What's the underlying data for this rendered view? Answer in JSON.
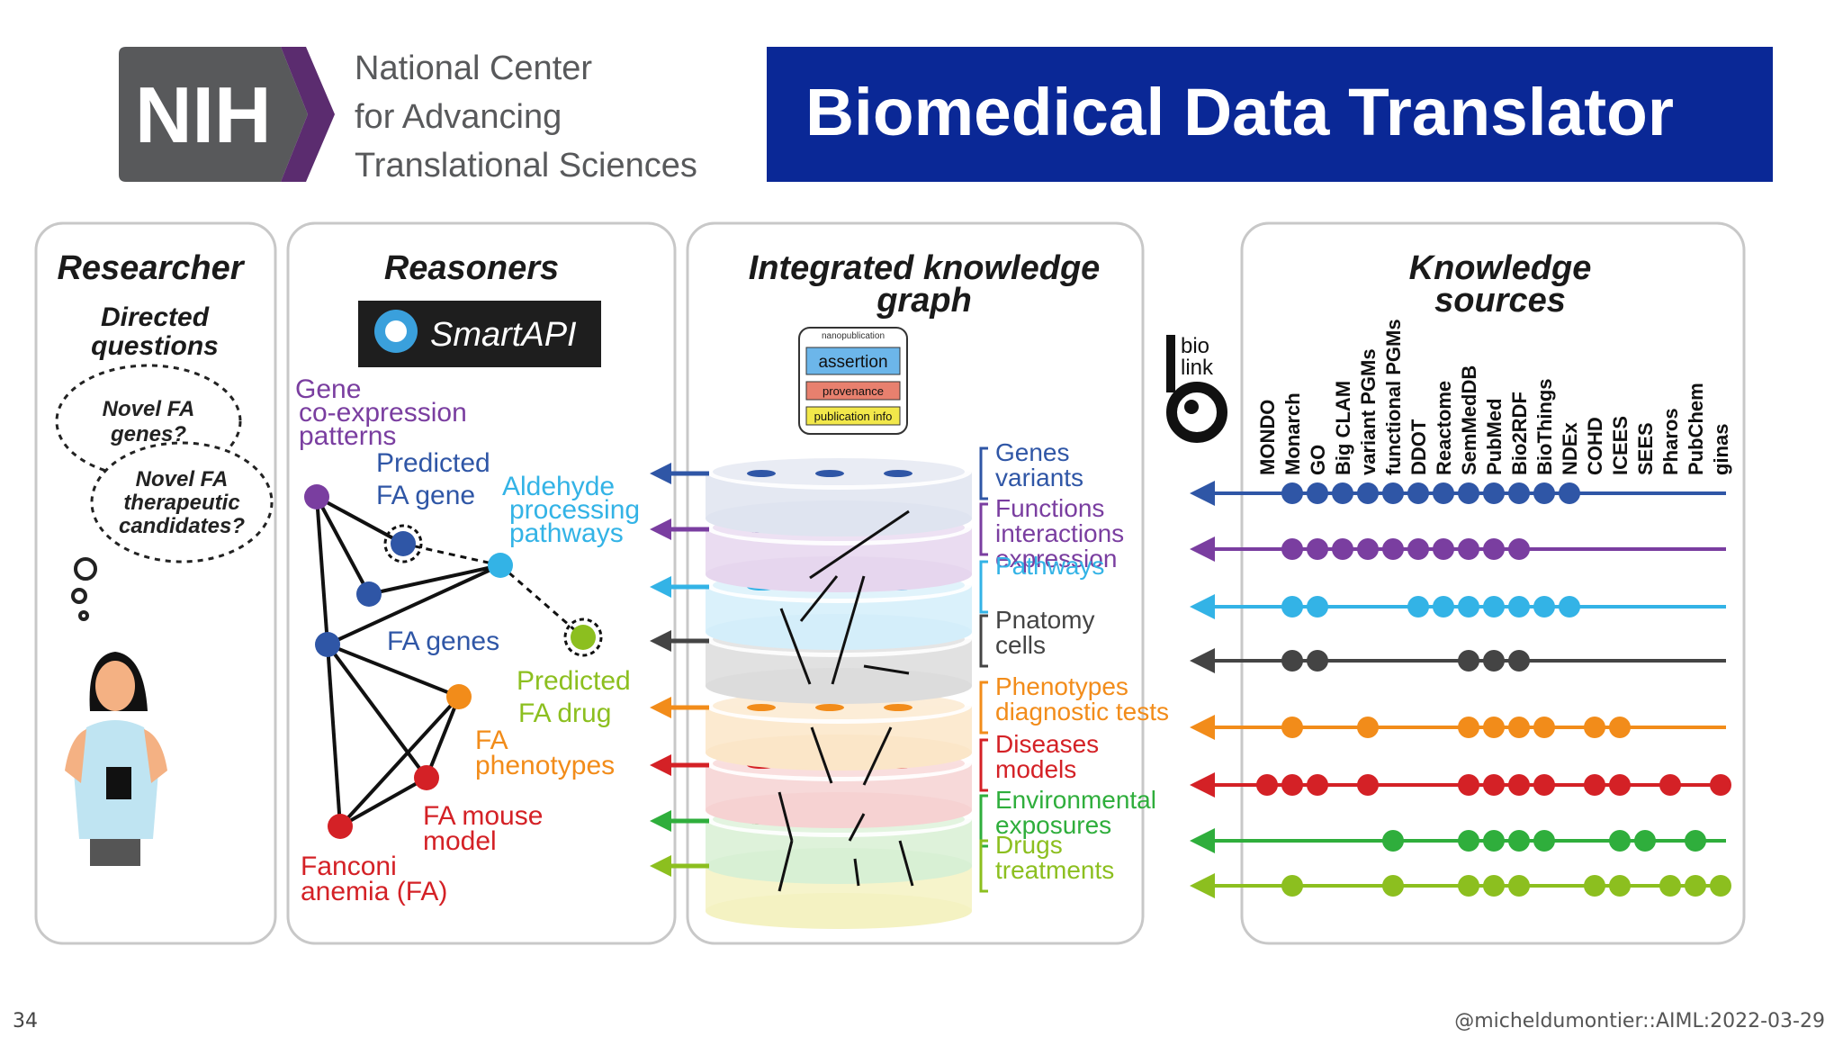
{
  "header": {
    "nih": "NIH",
    "center_lines": [
      "National Center",
      "for Advancing",
      "Translational Sciences"
    ],
    "banner_title": "Biomedical Data Translator"
  },
  "researcher": {
    "title": "Researcher",
    "subtitle": [
      "Directed",
      "questions"
    ],
    "bubble1": [
      "Novel FA",
      "genes?"
    ],
    "bubble2": [
      "Novel FA",
      "therapeutic",
      "candidates?"
    ]
  },
  "reasoners": {
    "title": "Reasoners",
    "smartapi": "SmartAPI",
    "labels": {
      "gene_coexpression": [
        "Gene",
        "co-expression",
        "patterns"
      ],
      "predicted_gene": [
        "Predicted",
        "FA gene"
      ],
      "aldehyde": [
        "Aldehyde",
        "processing",
        "pathways"
      ],
      "fa_genes": "FA genes",
      "predicted_drug": [
        "Predicted",
        "FA drug"
      ],
      "fa_phenotypes": [
        "FA",
        "phenotypes"
      ],
      "fa_mouse": [
        "FA mouse",
        "model"
      ],
      "fanconi": [
        "Fanconi",
        "anemia (FA)"
      ]
    }
  },
  "kg": {
    "title": [
      "Integrated knowledge",
      "graph"
    ],
    "nanopub": {
      "header": "nanopublication",
      "assertion": "assertion",
      "provenance": "provenance",
      "publication": "publication info"
    },
    "layers": [
      {
        "label": [
          "Genes",
          "variants"
        ],
        "color": "#2f56a6"
      },
      {
        "label": [
          "Functions",
          "interactions",
          "expression"
        ],
        "color": "#7a3ea0"
      },
      {
        "label": [
          "Pathways"
        ],
        "color": "#33b3e6"
      },
      {
        "label": [
          "Pnatomy",
          "cells"
        ],
        "color": "#444444"
      },
      {
        "label": [
          "Phenotypes",
          "diagnostic tests"
        ],
        "color": "#f28c1a"
      },
      {
        "label": [
          "Diseases",
          "models"
        ],
        "color": "#d42126"
      },
      {
        "label": [
          "Environmental",
          "exposures"
        ],
        "color": "#2fae3c"
      },
      {
        "label": [
          "Drugs",
          "treatments"
        ],
        "color": "#8cbf1f"
      }
    ]
  },
  "biolink": [
    "bio",
    "link"
  ],
  "sources": {
    "title": [
      "Knowledge",
      "sources"
    ],
    "names": [
      "MONDO",
      "Monarch",
      "GO",
      "Big CLAM",
      "variant PGMs",
      "functional PGMs",
      "DDOT",
      "Reactome",
      "SemMedDB",
      "PubMed",
      "Bio2RDF",
      "BioThings",
      "NDEx",
      "COHD",
      "ICEES",
      "SEES",
      "Pharos",
      "PubChem",
      "ginas"
    ],
    "matrix": [
      [
        0,
        1,
        1,
        1,
        1,
        1,
        1,
        1,
        1,
        1,
        1,
        1,
        1,
        0,
        0,
        0,
        0,
        0,
        0
      ],
      [
        0,
        1,
        1,
        1,
        1,
        1,
        1,
        1,
        1,
        1,
        1,
        0,
        0,
        0,
        0,
        0,
        0,
        0,
        0
      ],
      [
        0,
        1,
        1,
        0,
        0,
        0,
        1,
        1,
        1,
        1,
        1,
        1,
        1,
        0,
        0,
        0,
        0,
        0,
        0
      ],
      [
        0,
        1,
        1,
        0,
        0,
        0,
        0,
        0,
        1,
        1,
        1,
        0,
        0,
        0,
        0,
        0,
        0,
        0,
        0
      ],
      [
        0,
        1,
        0,
        0,
        1,
        0,
        0,
        0,
        1,
        1,
        1,
        1,
        0,
        1,
        1,
        0,
        0,
        0,
        0
      ],
      [
        1,
        1,
        1,
        0,
        1,
        0,
        0,
        0,
        1,
        1,
        1,
        1,
        0,
        1,
        1,
        0,
        1,
        0,
        1
      ],
      [
        0,
        0,
        0,
        0,
        0,
        1,
        0,
        0,
        1,
        1,
        1,
        1,
        0,
        0,
        1,
        1,
        0,
        1,
        0
      ],
      [
        0,
        1,
        0,
        0,
        0,
        1,
        0,
        0,
        1,
        1,
        1,
        0,
        0,
        1,
        1,
        0,
        1,
        1,
        1
      ]
    ]
  },
  "footer": {
    "page": "34",
    "credit": "@micheldumontier::AIML:2022-03-29"
  },
  "colors": {
    "banner": "#0a2896",
    "nih_gray": "#58595b",
    "nih_purple": "#5b2c6f"
  }
}
